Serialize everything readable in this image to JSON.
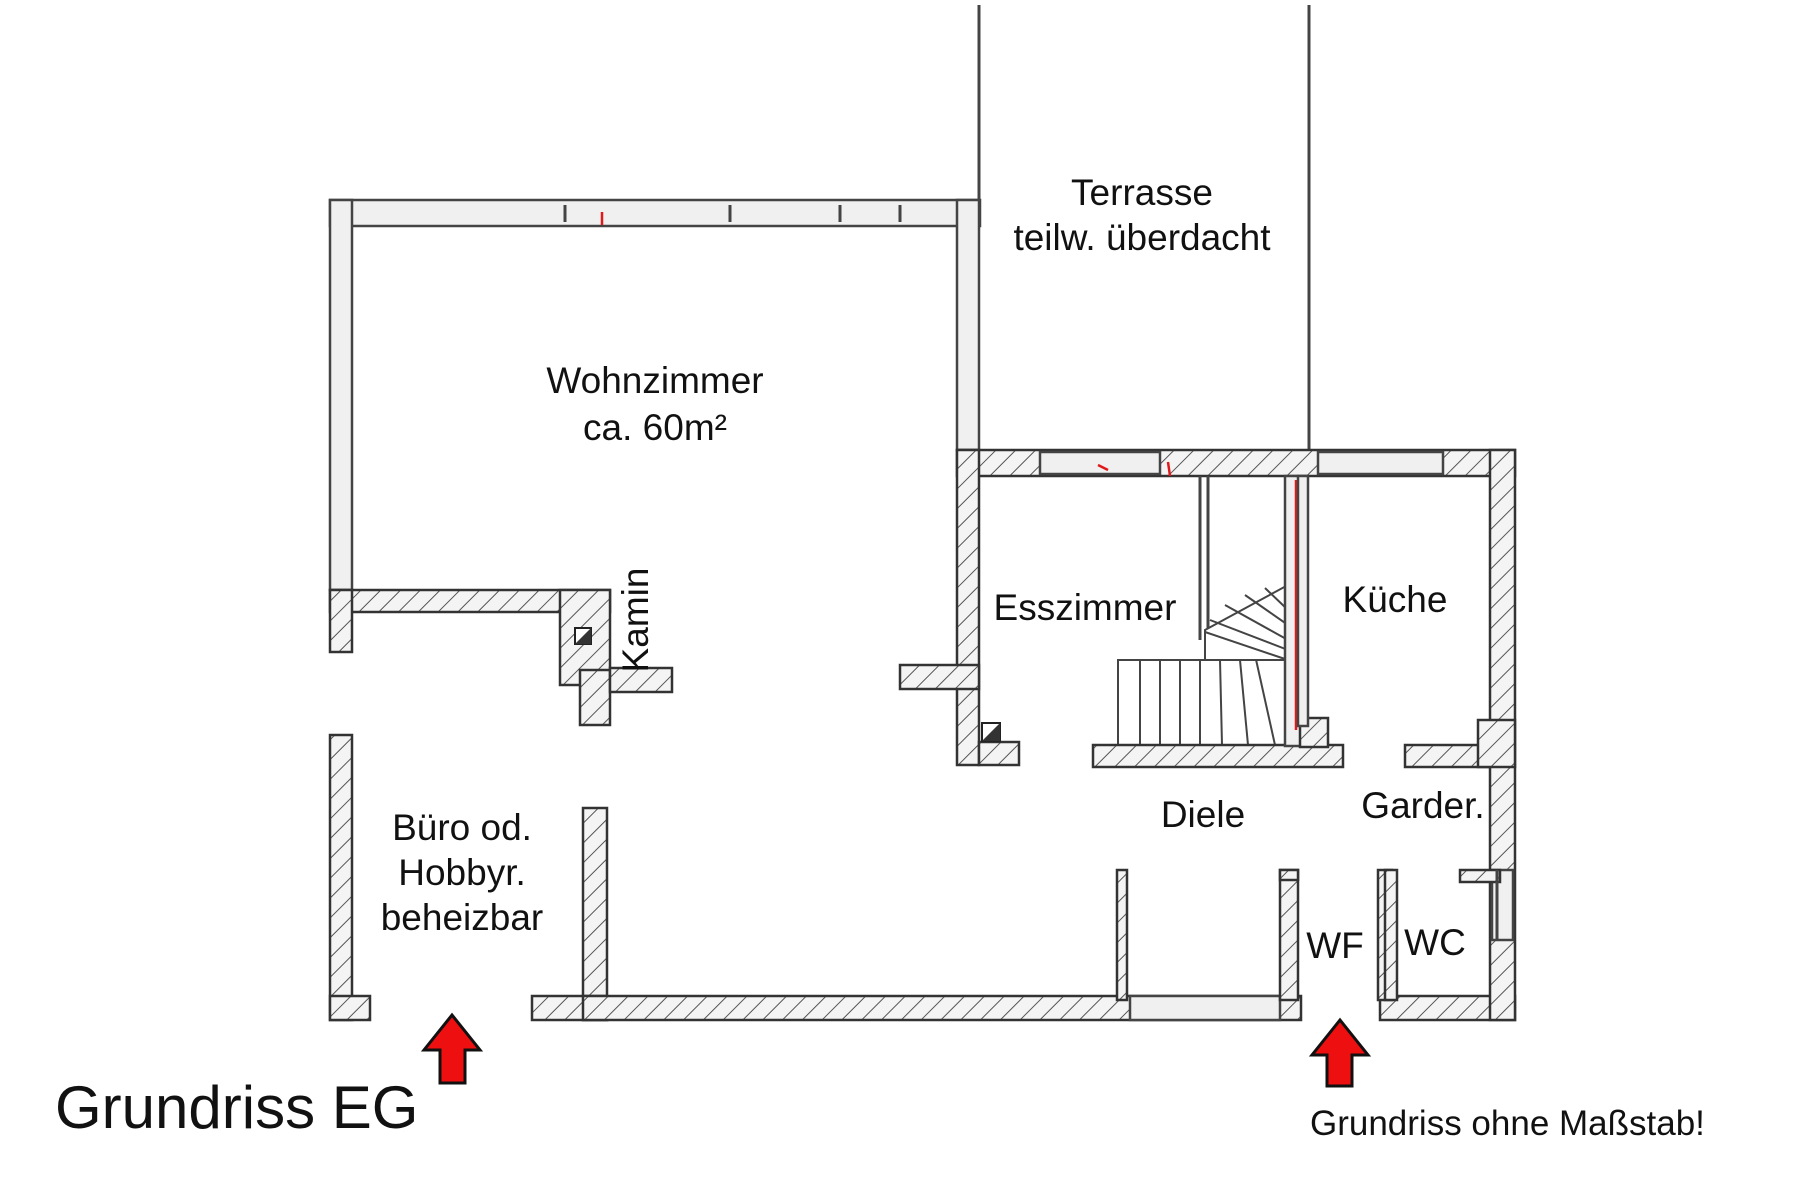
{
  "plan": {
    "title": "Grundriss EG",
    "note": "Grundriss ohne Maßstab!",
    "rooms": {
      "terrasse": [
        "Terrasse",
        "teilw. überdacht"
      ],
      "wohnzimmer": [
        "Wohnzimmer",
        "ca. 60m²"
      ],
      "kamin": "Kamin",
      "esszimmer": "Esszimmer",
      "kueche": "Küche",
      "diele": "Diele",
      "garderobe": "Garder.",
      "buero": [
        "Büro od.",
        "Hobbyr.",
        "beheizbar"
      ],
      "wf": "WF",
      "wc": "WC"
    },
    "colors": {
      "arrow": "#ee1010",
      "wall_outline": "#333333",
      "red_marks": "#e01919"
    }
  }
}
